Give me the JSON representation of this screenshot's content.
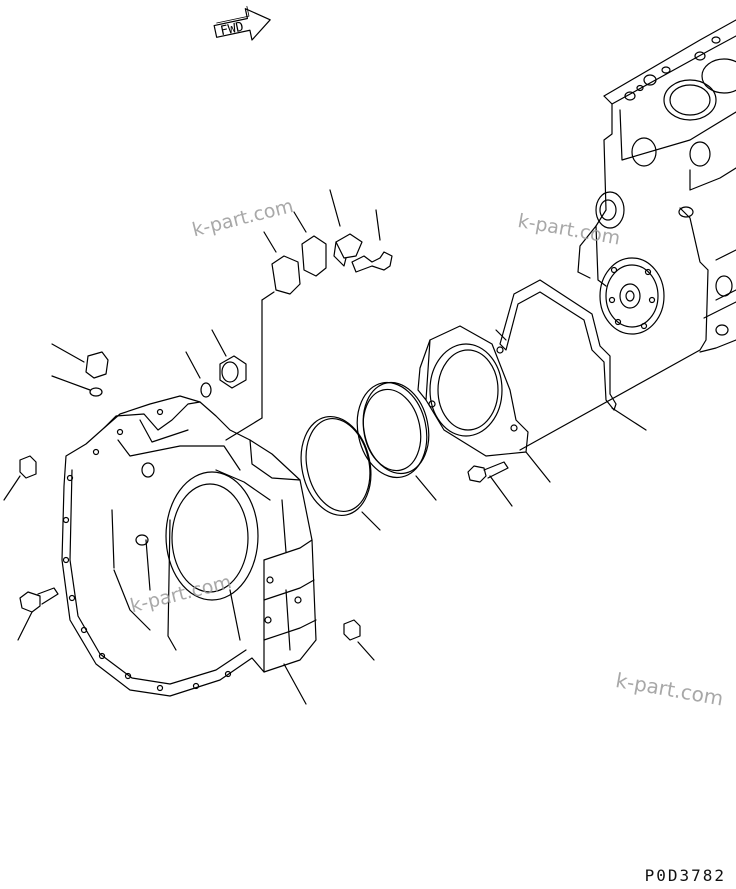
{
  "diagram": {
    "direction_label": "FWD",
    "drawing_code": "P0D3782",
    "watermarks": [
      "k-part.com",
      "k-part.com",
      "k-part.com",
      "k-part.com"
    ],
    "line_color": "#000000",
    "watermark_color": "#9a9a9a"
  }
}
